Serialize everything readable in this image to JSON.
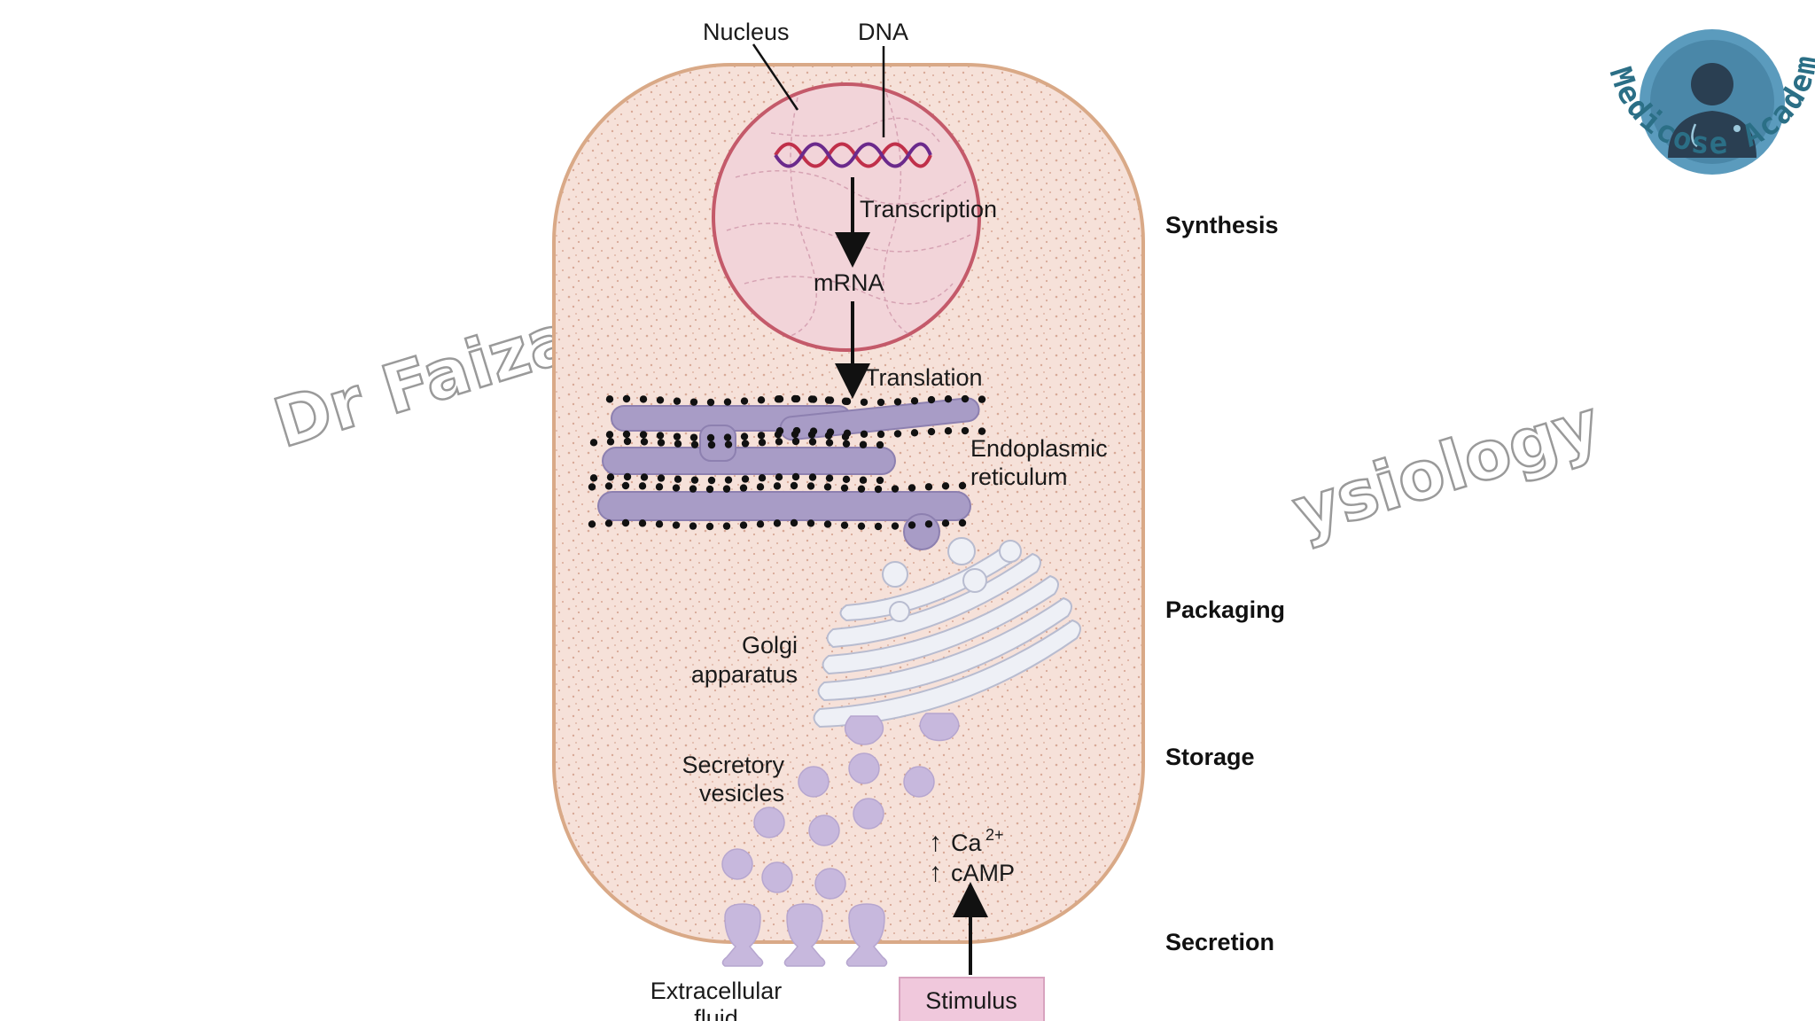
{
  "watermark": {
    "left": "Dr Faiza",
    "right": "ysiology"
  },
  "logo": {
    "text": "Medicose Academics"
  },
  "labels": {
    "nucleus": "Nucleus",
    "dna": "DNA",
    "transcription": "Transcription",
    "mrna": "mRNA",
    "translation": "Translation",
    "er_line1": "Endoplasmic",
    "er_line2": "reticulum",
    "golgi_line1": "Golgi",
    "golgi_line2": "apparatus",
    "vesicles_line1": "Secretory",
    "vesicles_line2": "vesicles",
    "ca_arrow": "↑",
    "ca": "Ca",
    "ca_sup": "2+",
    "camp_arrow": "↑",
    "camp": "cAMP",
    "ecf_line1": "Extracellular",
    "ecf_line2": "fluid",
    "stimulus": "Stimulus"
  },
  "stages": [
    "Synthesis",
    "Packaging",
    "Storage",
    "Secretion"
  ],
  "colors": {
    "cell_fill": "#f6e1d9",
    "cell_border": "#d9a987",
    "nucleus_border": "#c45a6a",
    "nucleus_fill": "#f2d4d9",
    "organelle": "#a89cc6",
    "golgi": "#eef0f6",
    "stimulus_box": "#f0c8dc",
    "dna_strand_a": "#c0304a",
    "dna_strand_b": "#6b2a8c",
    "logo_circle": "#5b9bbd"
  }
}
